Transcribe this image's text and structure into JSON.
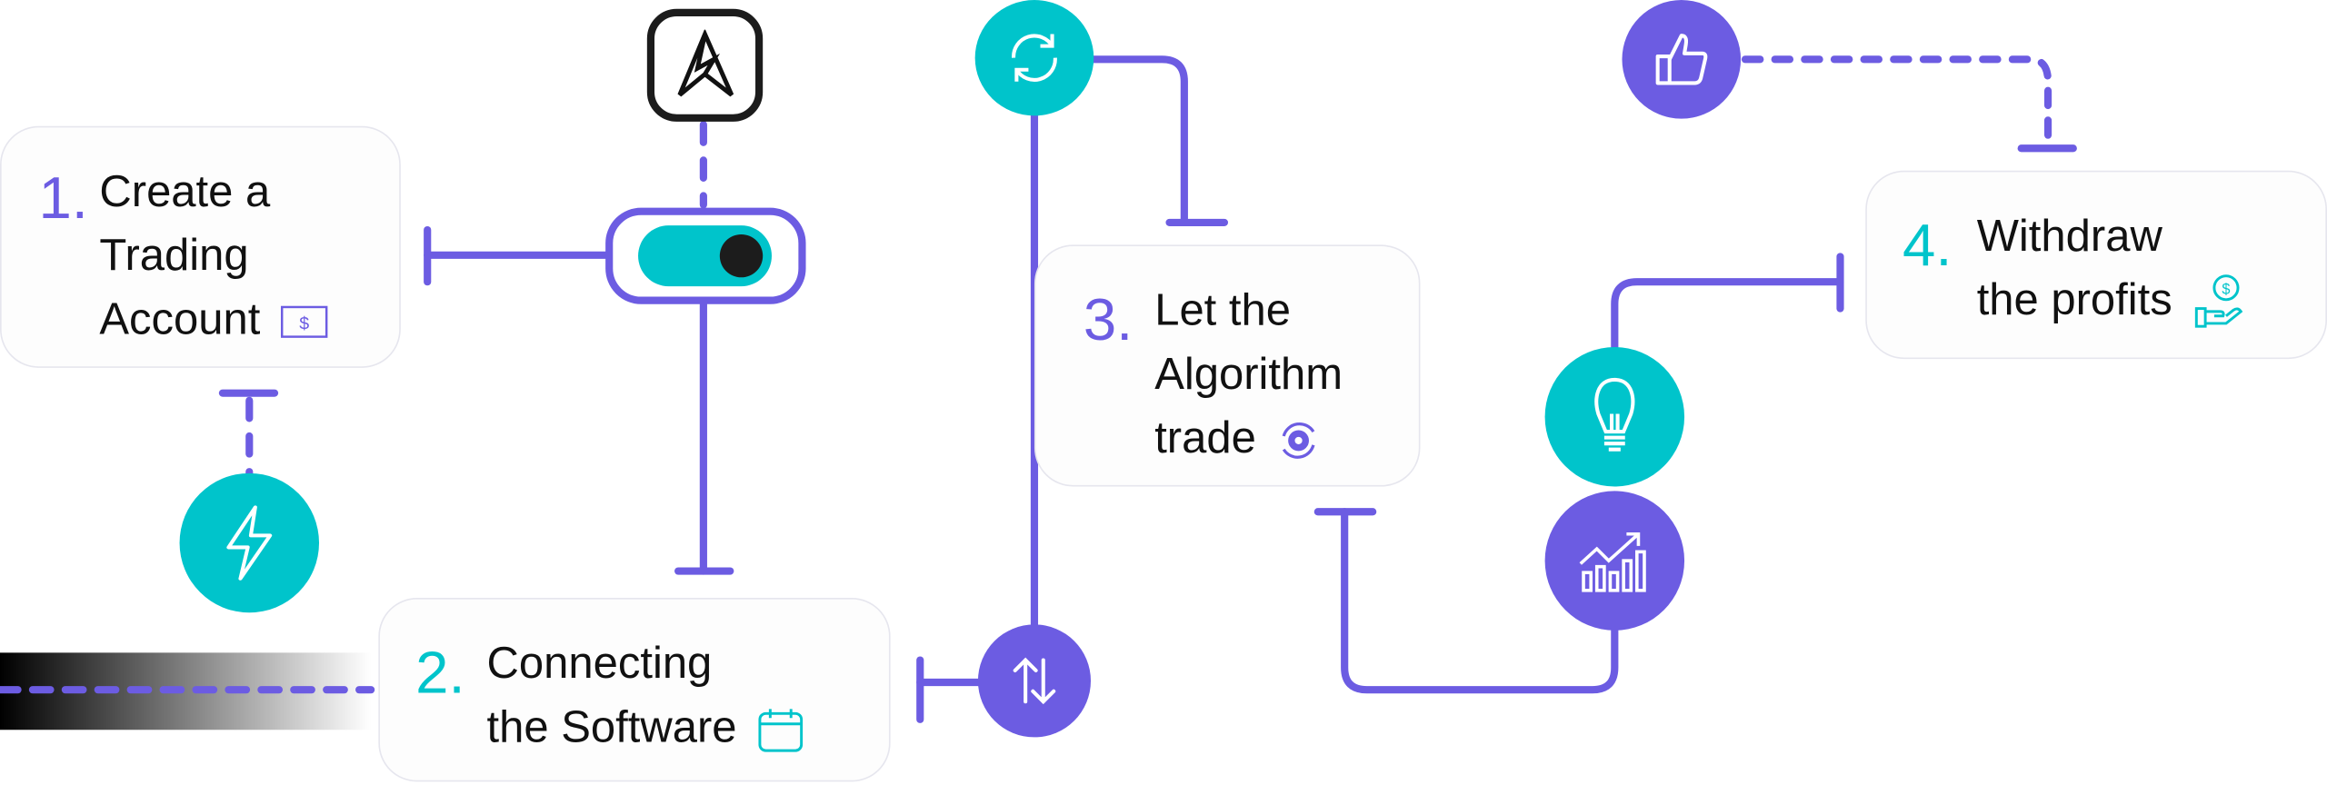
{
  "colors": {
    "purple": "#6c5ce2",
    "teal": "#00c4cb",
    "dark": "#1c1c1c"
  },
  "steps": [
    {
      "number": "1.",
      "lines": [
        "Create a",
        "Trading",
        "Account"
      ],
      "icon": "banknote-icon"
    },
    {
      "number": "2.",
      "lines": [
        "Connecting",
        "the Software"
      ],
      "icon": "calendar-icon"
    },
    {
      "number": "3.",
      "lines": [
        "Let the",
        "Algorithm",
        "trade"
      ],
      "icon": "gear-cycle-icon"
    },
    {
      "number": "4.",
      "lines": [
        "Withdraw",
        "the profits"
      ],
      "icon": "hand-coin-icon"
    }
  ],
  "nodes": [
    "logo-icon",
    "toggle-switch",
    "lightning-icon",
    "refresh-icon",
    "swap-vertical-icon",
    "thumbs-up-icon",
    "lightbulb-icon",
    "growth-chart-icon"
  ]
}
